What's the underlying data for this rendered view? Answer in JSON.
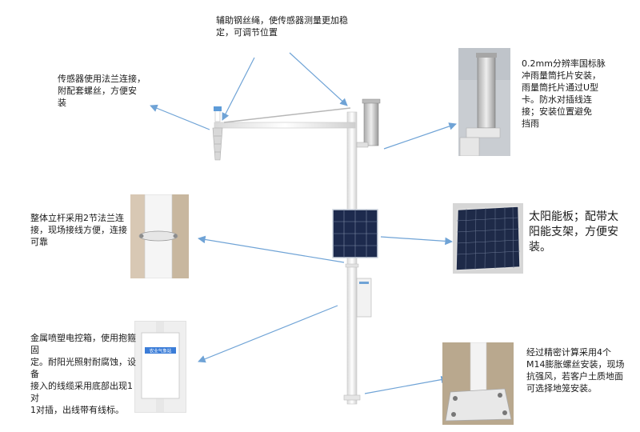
{
  "callouts": {
    "steel_wire": "辅助钢丝绳，使传感器测量更加稳\n定，可调节位置",
    "flange_sensor": "传感器使用法兰连接，\n附配套螺丝，方便安\n装",
    "rain_gauge": "0.2mm分辨率国标脉\n冲雨量筒托片安装，\n雨量筒托片通过U型\n卡。防水对插线连\n接；安装位置避免\n挡雨",
    "pole": "整体立杆采用2节法兰连\n接，现场接线方便，连接\n可靠",
    "solar": "太阳能板；配带太\n阳能支架，方便安\n装。",
    "control_box": "金属喷塑电控箱，使用抱箍固\n定。耐阳光照射耐腐蚀，设备\n接入的线缆采用底部出现1对\n1对插，出线带有线标。",
    "anchor_bolts": "经过精密计算采用4个\nM14膨胀螺丝安装，现场\n抗强风，若客户土质地面\n可选择地笼安装。"
  },
  "box_label": "农业气象站",
  "colors": {
    "arrow": "#6fa3d6",
    "pole": "#f4f4f4",
    "panel": "#1d2a4d",
    "box_label": "#3b7dd8"
  }
}
